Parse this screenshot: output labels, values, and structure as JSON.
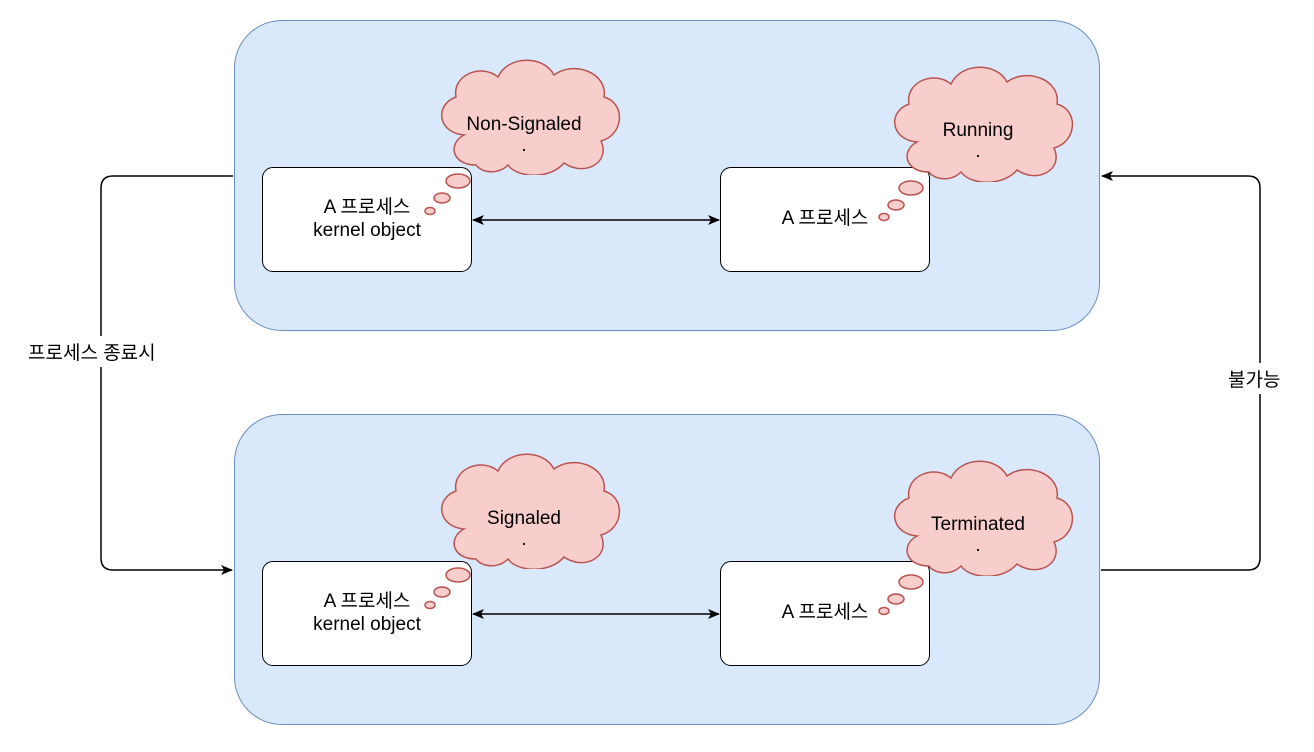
{
  "states": {
    "top": {
      "kernel_box": {
        "line1": "A 프로세스",
        "line2": "kernel object"
      },
      "process_box": {
        "line1": "A 프로세스"
      },
      "kernel_cloud": {
        "text": "Non-Signaled",
        "dot": "."
      },
      "process_cloud": {
        "text": "Running",
        "dot": "."
      }
    },
    "bottom": {
      "kernel_box": {
        "line1": "A 프로세스",
        "line2": "kernel object"
      },
      "process_box": {
        "line1": "A 프로세스"
      },
      "kernel_cloud": {
        "text": "Signaled",
        "dot": "."
      },
      "process_cloud": {
        "text": "Terminated",
        "dot": "."
      }
    }
  },
  "edges": {
    "left_label": "프로세스 종료시",
    "right_label": "불가능"
  },
  "colors": {
    "panel_fill": "#dae8fc",
    "panel_stroke": "#6c8ebf",
    "cloud_fill": "#f8cecc",
    "cloud_stroke": "#b85450"
  }
}
